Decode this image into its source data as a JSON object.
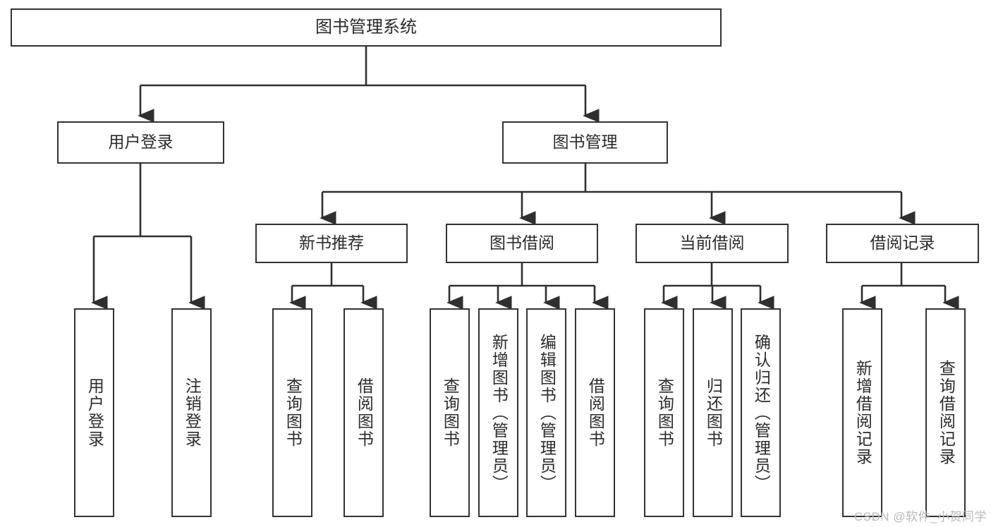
{
  "diagram": {
    "title": "图书管理系统",
    "orientation": "top-down tree",
    "root": {
      "label": "图书管理系统"
    },
    "level2": [
      {
        "label": "用户登录"
      },
      {
        "label": "图书管理"
      }
    ],
    "level3": [
      {
        "label": "新书推荐"
      },
      {
        "label": "图书借阅"
      },
      {
        "label": "当前借阅"
      },
      {
        "label": "借阅记录"
      }
    ],
    "leaves": [
      {
        "label": "用户登录"
      },
      {
        "label": "注销登录"
      },
      {
        "label": "查询图书"
      },
      {
        "label": "借阅图书"
      },
      {
        "label": "查询图书"
      },
      {
        "label": "新增图书（管理员）"
      },
      {
        "label": "编辑图书（管理员）"
      },
      {
        "label": "借阅图书"
      },
      {
        "label": "查询图书"
      },
      {
        "label": "归还图书"
      },
      {
        "label": "确认归还（管理员）"
      },
      {
        "label": "新增借阅记录"
      },
      {
        "label": "查询借阅记录"
      }
    ],
    "watermark": "CSDN @软件_小贺同学",
    "colors": {
      "box_border": "#333333",
      "box_fill": "#ffffff",
      "connector": "#2f2f2f",
      "text": "#2b2b2b",
      "watermark": "#b9b9b9"
    }
  }
}
